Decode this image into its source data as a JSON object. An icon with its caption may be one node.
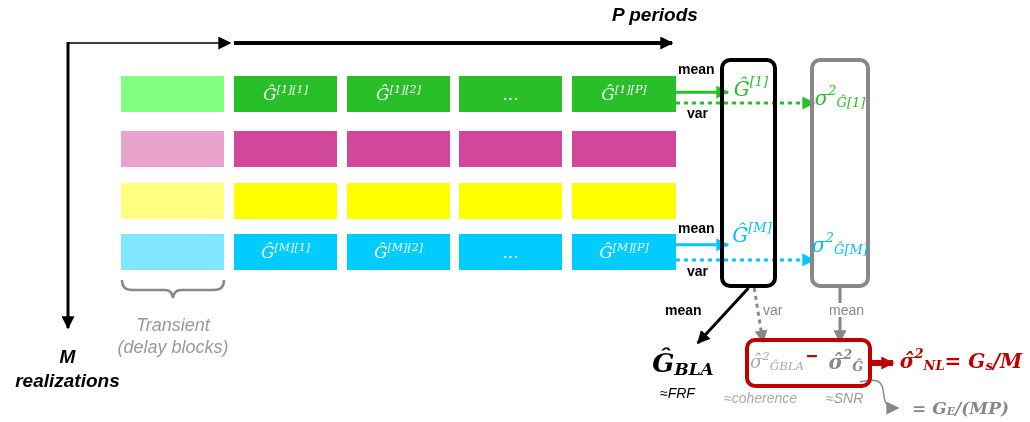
{
  "diagram": {
    "nodes": [
      {
        "text": [],
        "shape": "box"
      },
      {
        "text": [
          "Ĝ$^{[1][1]}$"
        ]
      },
      {
        "text": [
          "Ĝ$^{[1][2]}$"
        ]
      },
      {
        "text": [
          "..."
        ]
      },
      {
        "text": [
          "Ĝ$^{[1][P]}$"
        ]
      },
      {
        "text": [],
        "shape": "box"
      },
      {
        "text": [],
        "shape": "box"
      },
      {
        "text": [],
        "shape": "box"
      },
      {
        "text": [],
        "shape": "box"
      },
      {
        "text": [],
        "shape": "box"
      },
      {
        "text": [],
        "shape": "box"
      },
      {
        "text": [],
        "shape": "box"
      },
      {
        "text": [],
        "shape": "box"
      },
      {
        "text": [],
        "shape": "box"
      },
      {
        "text": [],
        "shape": "box"
      },
      {
        "text": [],
        "shape": "box"
      },
      {
        "text": [
          "Ĝ$^{[M][1]}$"
        ]
      },
      {
        "text": [
          "Ĝ$^{[M][2]}$"
        ]
      },
      {
        "text": [
          "..."
        ]
      },
      {
        "text": [
          "Ĝ$^{[M][P]}$"
        ]
      },
      {
        "text": [],
        "shape": "box"
      },
      {
        "text": [
          "Ĝ$^{[1]}$"
        ],
        "in": 20
      },
      {
        "text": [
          "Ĝ$^{[M]}$"
        ],
        "in": 20
      },
      {
        "text": [],
        "shape": "box"
      },
      {
        "text": [
          "σ$^{2}$$_{Ĝ[1]}$"
        ],
        "in": 23
      },
      {
        "text": [
          "σ$^{2}$$_{Ĝ[M]}$"
        ],
        "in": 23
      },
      {
        "text": [
          "Ĝ$_{BLA}$"
        ],
        "beside": [
          "≈FRF"
        ]
      },
      {
        "text": [],
        "shape": "box"
      },
      {
        "text": [
          "σ̂$^{2}$$_{ĜBLA}$"
        ],
        "in": 27,
        "beside": [
          "≈coherence"
        ]
      },
      {
        "text": [
          "σ̂$^{2}$$_{Ĝ}$"
        ],
        "in": 27,
        "beside": [
          "≈SNR"
        ]
      },
      {
        "text": [
          "σ̂$^{2}$$_{NL}$= G$_{s}$/M"
        ]
      },
      {
        "text": [
          "= G$_{E}$/(MP)"
        ]
      }
    ],
    "edges": [
      {
        "from": 4,
        "to": 21,
        "arrow": "to",
        "label": "mean",
        "color": "#29bf29"
      },
      {
        "from": 4,
        "to": 24,
        "arrow": "to",
        "label": "var",
        "style": "dashed",
        "color": "#29bf29"
      },
      {
        "from": 19,
        "to": 22,
        "arrow": "to",
        "label": "mean",
        "color": "#00c8ff"
      },
      {
        "from": 19,
        "to": 25,
        "arrow": "to",
        "label": "var",
        "style": "dashed",
        "color": "#00c8ff"
      },
      {
        "from": 20,
        "to": 26,
        "arrow": "to",
        "label": "mean",
        "color": "#000000"
      },
      {
        "from": 20,
        "to": 28,
        "arrow": "to",
        "label": "var",
        "style": "dashed"
      },
      {
        "from": 23,
        "to": 29,
        "arrow": "to",
        "label": "mean"
      },
      {
        "from": 27,
        "to": 30,
        "arrow": "to",
        "style": "thick",
        "color": "#c00000"
      },
      {
        "from": 29,
        "to": 31,
        "arrow": "to"
      }
    ],
    "labels": [
      "P periods",
      "M realizations",
      "Transient (delay blocks)",
      "−"
    ]
  }
}
